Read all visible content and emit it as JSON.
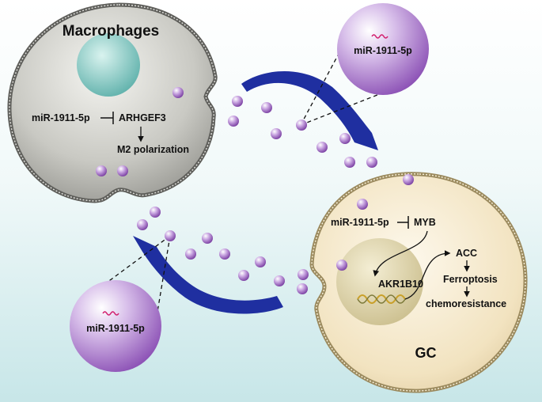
{
  "macrophage": {
    "title": "Macrophages",
    "mirna": "miR-1911-5p",
    "target": "ARHGEF3",
    "outcome": "M2 polarization"
  },
  "gc_cell": {
    "title": "GC",
    "mirna": "miR-1911-5p",
    "target": "MYB",
    "gene": "AKR1B10",
    "pathway": [
      "ACC",
      "Ferroptosis",
      "chemoresistance"
    ]
  },
  "exosome_top": {
    "label": "miR-1911-5p"
  },
  "exosome_bottom": {
    "label": "miR-1911-5p"
  },
  "colors": {
    "background_top": "#ffffff",
    "background_bottom": "#cfe9ea",
    "macrophage_fill": "#b9b9b3",
    "gc_fill": "#f3e6c8",
    "nucleus_macrophage": "#7fc6c0",
    "nucleus_gc": "#dcd2a6",
    "exosome": "#9a5fc0",
    "vesicle": "#8e4fb8",
    "arrow": "#1f2fa0",
    "mirna_wave": "#d2206e"
  }
}
